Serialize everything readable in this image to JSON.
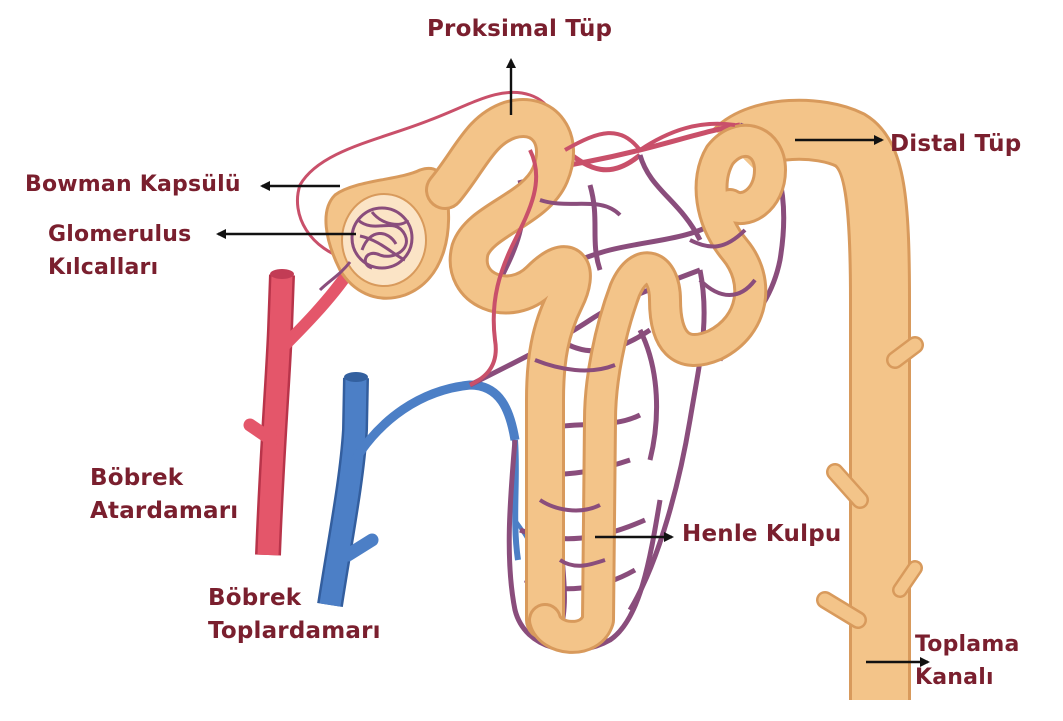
{
  "labels": {
    "proksimal": "Proksimal Tüp",
    "distal": "Distal Tüp",
    "bowman": "Bowman Kapsülü",
    "glomerulus_1": "Glomerulus",
    "glomerulus_2": "Kılcalları",
    "atardamar_1": "Böbrek",
    "atardamar_2": "Atardamarı",
    "henle": "Henle Kulpu",
    "toplardamar_1": "Böbrek",
    "toplardamar_2": "Toplardamarı",
    "toplama_1": "Toplama",
    "toplama_2": "Kanalı"
  },
  "colors": {
    "label_text": "#7a1f2e",
    "tubule_fill": "#f3c489",
    "tubule_edge": "#d89a5c",
    "artery": "#e4566a",
    "vein": "#4c7fc6",
    "capillary_red": "#c9506a",
    "capillary_purple": "#8a4d7c",
    "arrow": "#111111"
  }
}
